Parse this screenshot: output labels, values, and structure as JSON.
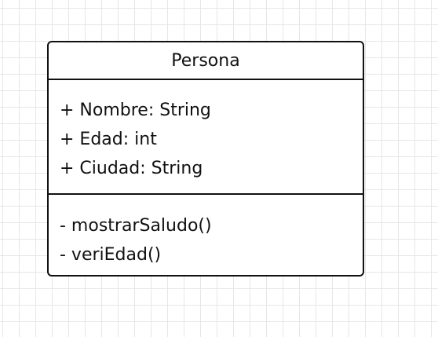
{
  "class": {
    "name": "Persona",
    "attributes": [
      "+ Nombre: String",
      "+ Edad: int",
      "+ Ciudad: String"
    ],
    "methods": [
      "- mostrarSaludo()",
      "- veriEdad()"
    ]
  }
}
